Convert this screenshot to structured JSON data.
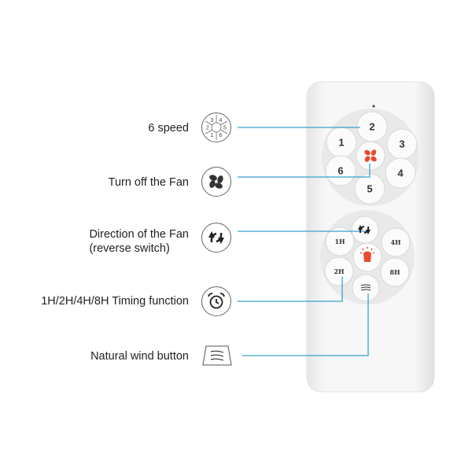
{
  "labels": {
    "speed": "6 speed",
    "fan_off": "Turn off the Fan",
    "direction_line1": "Direction of the Fan",
    "direction_line2": "(reverse switch)",
    "timing": "1H/2H/4H/8H Timing function",
    "natural_wind": "Natural wind button"
  },
  "speed_icon_numbers": [
    "1",
    "2",
    "3",
    "4",
    "5",
    "6"
  ],
  "remote": {
    "speed_buttons": [
      "1",
      "2",
      "3",
      "4",
      "5",
      "6"
    ],
    "timer_buttons": [
      "1H",
      "2H",
      "4H",
      "8H"
    ]
  },
  "icons": {
    "speed": "speed-dial-icon",
    "fan_off": "fan-icon",
    "direction": "reverse-arrows-icon",
    "timing": "alarm-clock-icon",
    "natural_wind": "wind-icon",
    "light": "lamp-icon"
  },
  "colors": {
    "callout_line": "#3a9fd0",
    "accent_red": "#e84a2f"
  }
}
